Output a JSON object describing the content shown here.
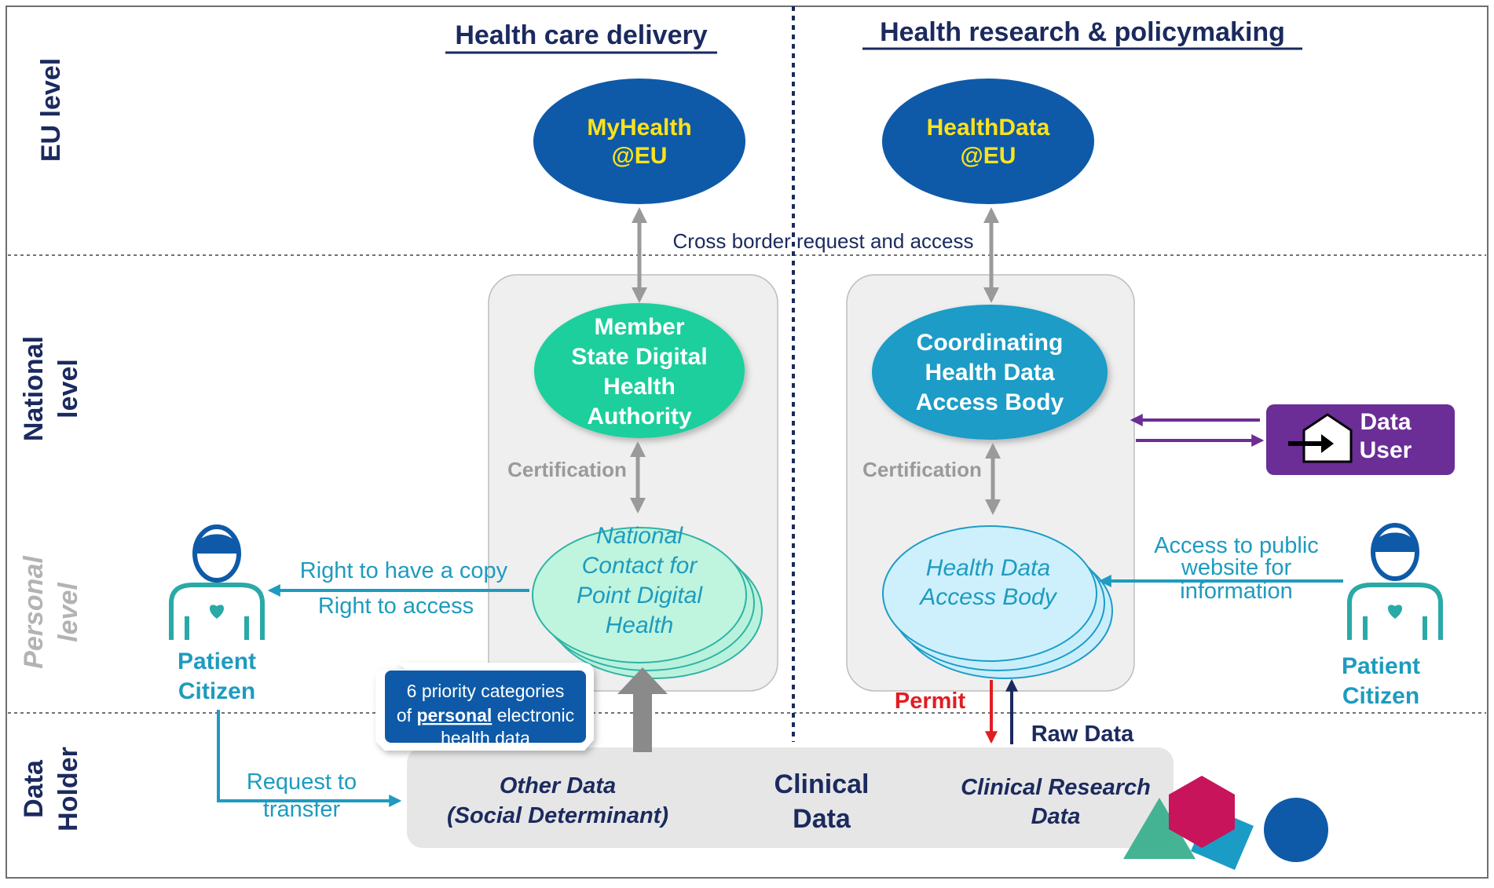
{
  "headings": {
    "care": "Health care delivery",
    "research": "Health research & policymaking"
  },
  "levels": {
    "eu": "EU level",
    "national": [
      "National",
      "level"
    ],
    "personal": [
      "Personal",
      "level"
    ],
    "holder": [
      "Data",
      "Holder"
    ]
  },
  "nodes": {
    "myhealth": [
      "MyHealth",
      "@EU"
    ],
    "healthdata": [
      "HealthData",
      "@EU"
    ],
    "authority": [
      "Member",
      "State Digital",
      "Health",
      "Authority"
    ],
    "coordinating": [
      "Coordinating",
      "Health Data",
      "Access Body"
    ],
    "contact": [
      "National",
      "Contact for",
      "Point Digital",
      "Health"
    ],
    "hdab": [
      "Health Data",
      "Access Body"
    ]
  },
  "labels": {
    "cross_border": "Cross border request and access",
    "certification_left": "Certification",
    "certification_right": "Certification",
    "right_copy": "Right to have a copy",
    "right_access": "Right to access",
    "public_access": [
      "Access to public",
      "website for",
      "information"
    ],
    "patient_left": [
      "Patient",
      "Citizen"
    ],
    "patient_right": [
      "Patient",
      "Citizen"
    ],
    "request_transfer": [
      "Request to",
      "transfer"
    ],
    "permit": "Permit",
    "raw_data": "Raw Data",
    "data_user": [
      "Data",
      "User"
    ],
    "priority": {
      "line1": "6 priority categories",
      "line2_pre": "of ",
      "line2_emph": "personal",
      "line2_post": " electronic",
      "line3": "health data"
    },
    "other_data": [
      "Other Data",
      "(Social Determinant)"
    ],
    "clinical_data": [
      "Clinical",
      "Data"
    ],
    "clinical_research": [
      "Clinical Research",
      "Data"
    ]
  },
  "colors": {
    "navy": "#1b2a5e",
    "eu_node": "#0e5aa8",
    "eu_text": "#ffe21a",
    "authority": "#1ccf9c",
    "coordinating": "#1b9cc7",
    "contact": "#b9f2dc",
    "hdab": "#c9eefb",
    "teal_text": "#1e9bbf",
    "purple": "#6b2d96",
    "permit": "#e11d23",
    "grey_arrow": "#9a9a9a",
    "panel": "#efefef"
  },
  "icons": {
    "patient": "person-heart-icon",
    "data_user": "house-arrow-icon",
    "shapes": "decorative-shapes-icon"
  }
}
